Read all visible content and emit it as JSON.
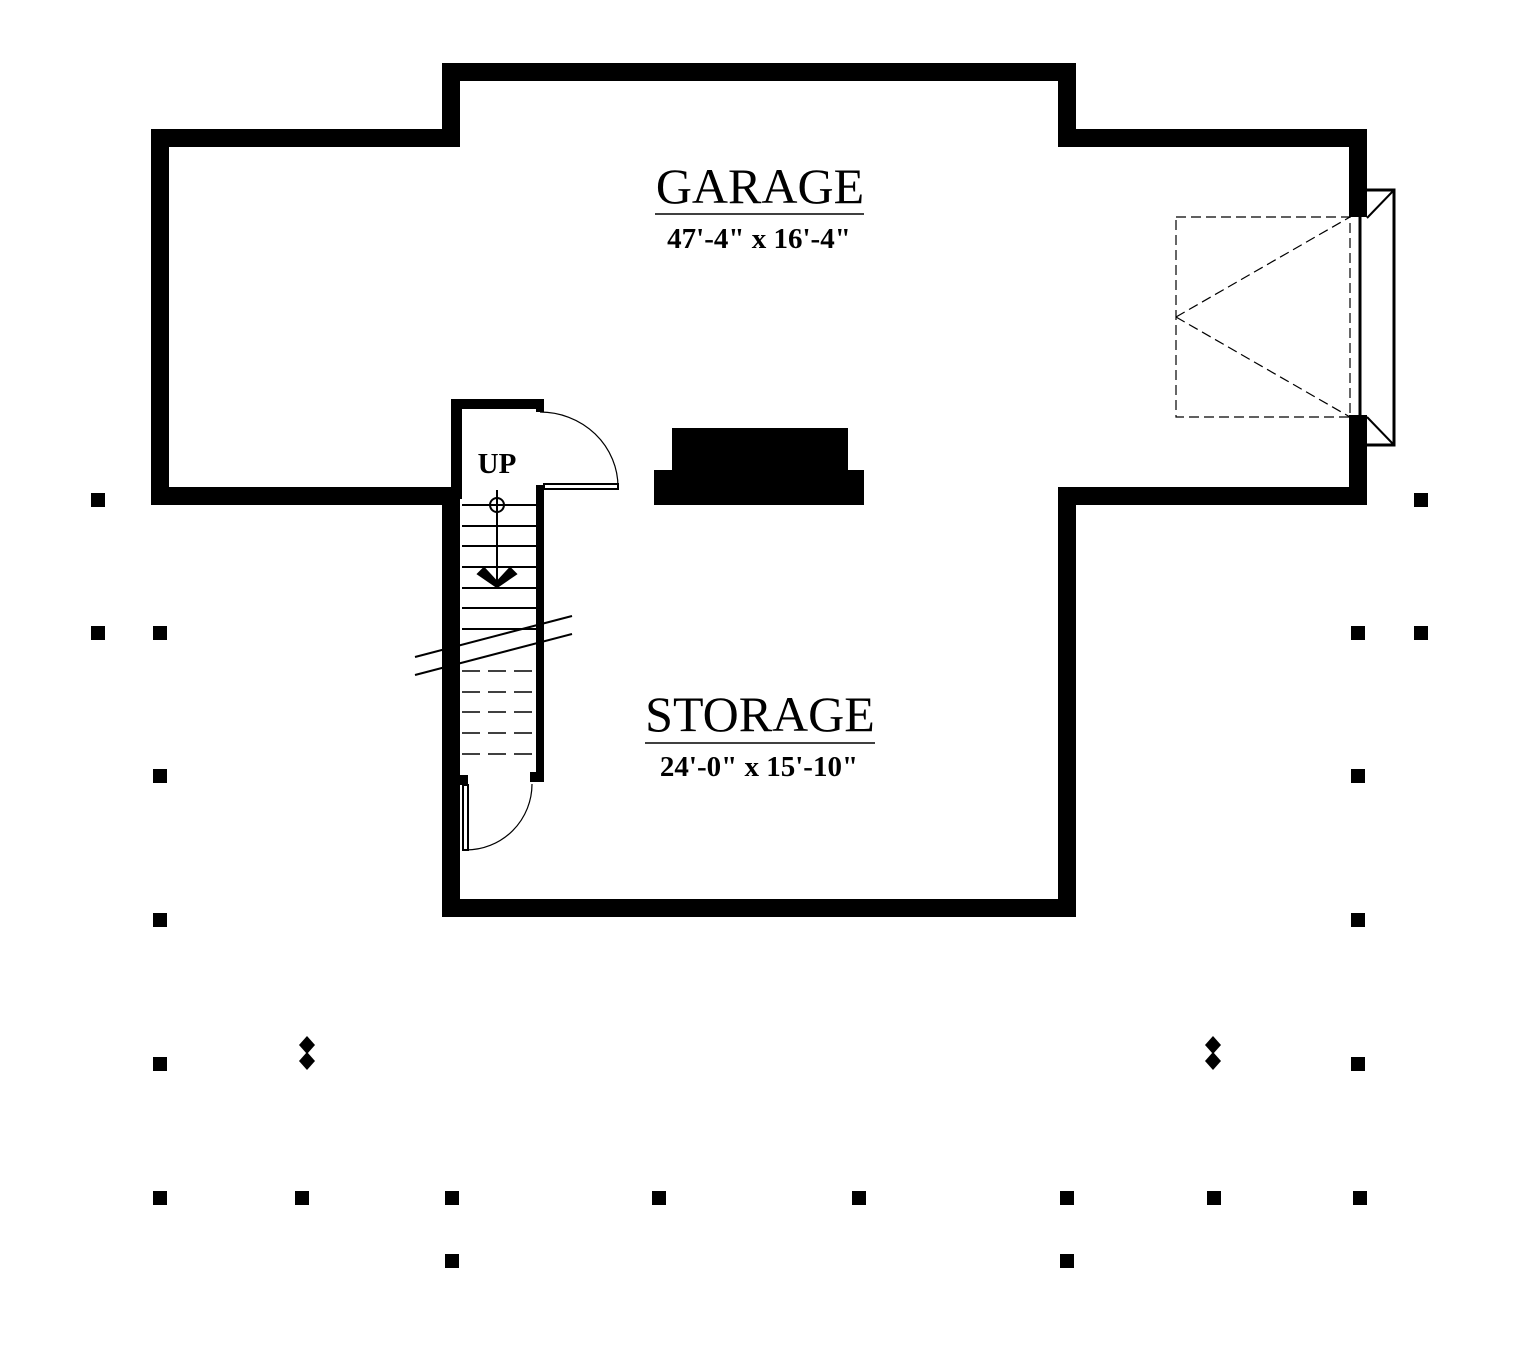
{
  "rooms": {
    "garage": {
      "name": "GARAGE",
      "dimensions": "47'-4\" x 16'-4\""
    },
    "storage": {
      "name": "STORAGE",
      "dimensions": "24'-0\" x 15'-10\""
    }
  },
  "stair": {
    "label": "UP"
  },
  "colors": {
    "ink": "#000000",
    "background": "#ffffff"
  }
}
